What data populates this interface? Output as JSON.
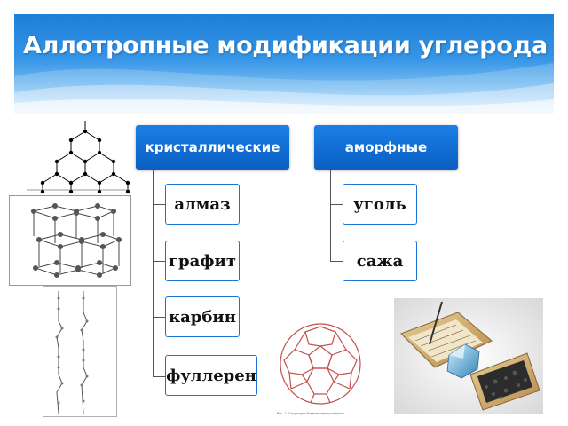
{
  "slide": {
    "title": "Аллотропные модификации углерода",
    "accent_color": "#0a5fc2"
  },
  "classification": {
    "groups": [
      {
        "label": "кристаллические",
        "items": [
          "алмаз",
          "графит",
          "карбин",
          "фуллерен"
        ]
      },
      {
        "label": "аморфные",
        "items": [
          "уголь",
          "сажа"
        ]
      }
    ]
  },
  "illustrations": {
    "fullerene_caption": "Рис. 2. Структура бакминстерфуллерена"
  }
}
